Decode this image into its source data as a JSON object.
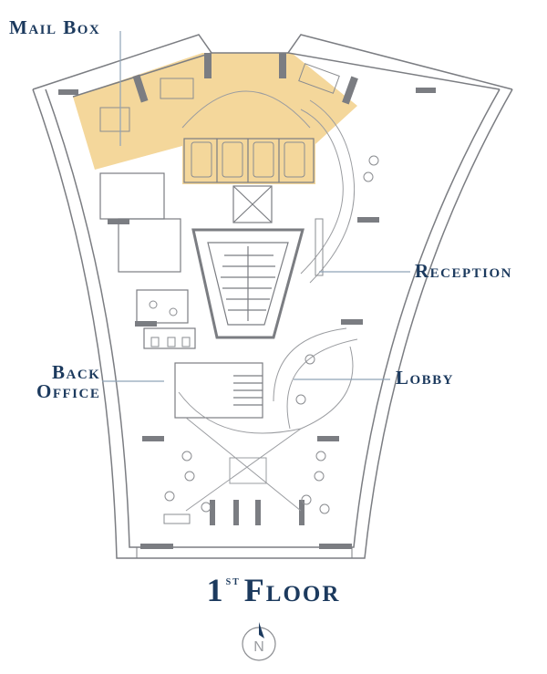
{
  "labels": {
    "mail_box": "Mail Box",
    "reception": "Reception",
    "lobby": "Lobby",
    "back_office_line1": "Back",
    "back_office_line2": "Office"
  },
  "title": {
    "number": "1",
    "ordinal": "st",
    "word": "Floor"
  },
  "compass": {
    "letter": "N"
  },
  "colors": {
    "highlight": "#f2d08a",
    "label_text": "#1c3a5e",
    "wall": "#7b7d82",
    "leader_line": "#8fa3b8"
  }
}
